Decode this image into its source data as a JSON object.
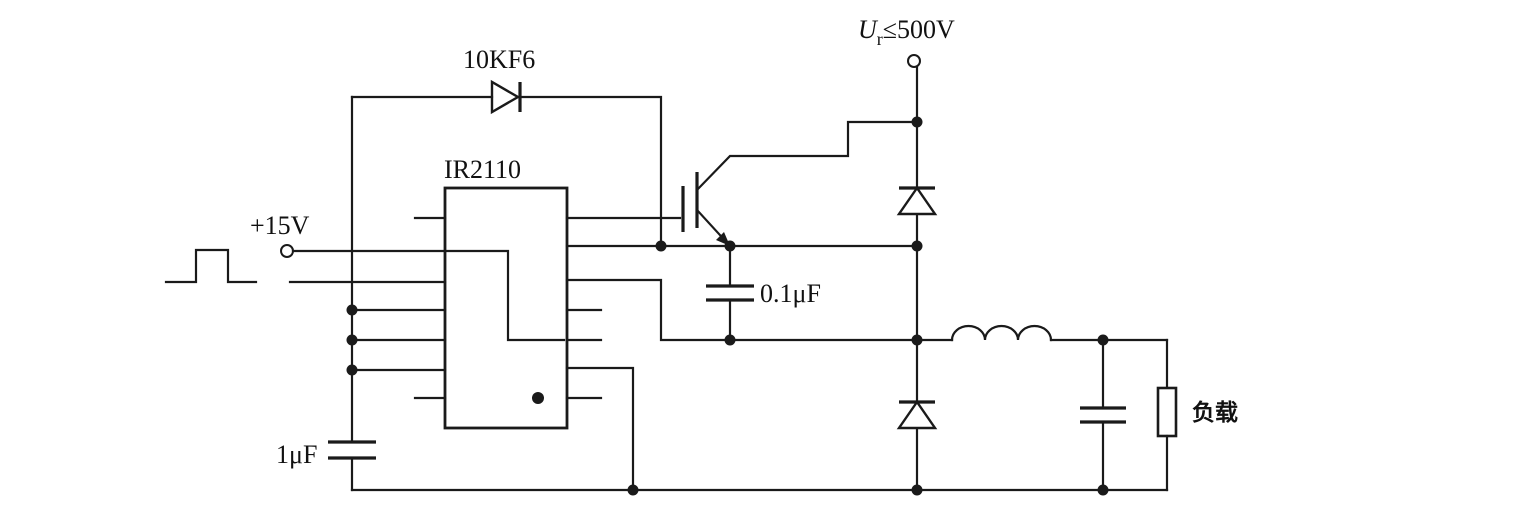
{
  "labels": {
    "ic": "IR2110",
    "diode": "10KF6",
    "supply_voltage": "+15V",
    "supply_cap": "1μF",
    "bootstrap_cap": "0.1μF",
    "load": "负载",
    "rail_sym": "U",
    "rail_sub": "r",
    "rail_rest": "≤500V"
  },
  "colors": {
    "ink": "#1a1a1a",
    "paper": "#ffffff"
  }
}
